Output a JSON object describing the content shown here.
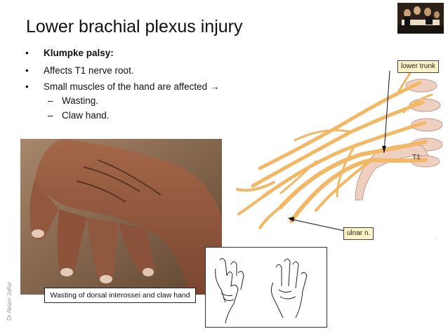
{
  "slide": {
    "title": "Lower brachial plexus injury",
    "bullets": [
      {
        "text": "Klumpke palsy:",
        "bold": true
      },
      {
        "text": "Affects T1 nerve root."
      },
      {
        "text": "Small muscles of the hand are affected →"
      }
    ],
    "sub_bullets": [
      "Wasting.",
      "Claw hand."
    ],
    "bullet_glyph": "•",
    "dash_glyph": "–"
  },
  "figures": {
    "photo_caption": "Wasting of dorsal interossei and claw hand",
    "nerve_labels": {
      "lower_trunk": "lower trunk",
      "ulnar": "ulnar n.",
      "root": "T1"
    },
    "nerve_color": "#f2b865",
    "label_bg": "#fbf2c5"
  },
  "watermark": "Dr Aktam Jaffar",
  "corner_mark": "."
}
